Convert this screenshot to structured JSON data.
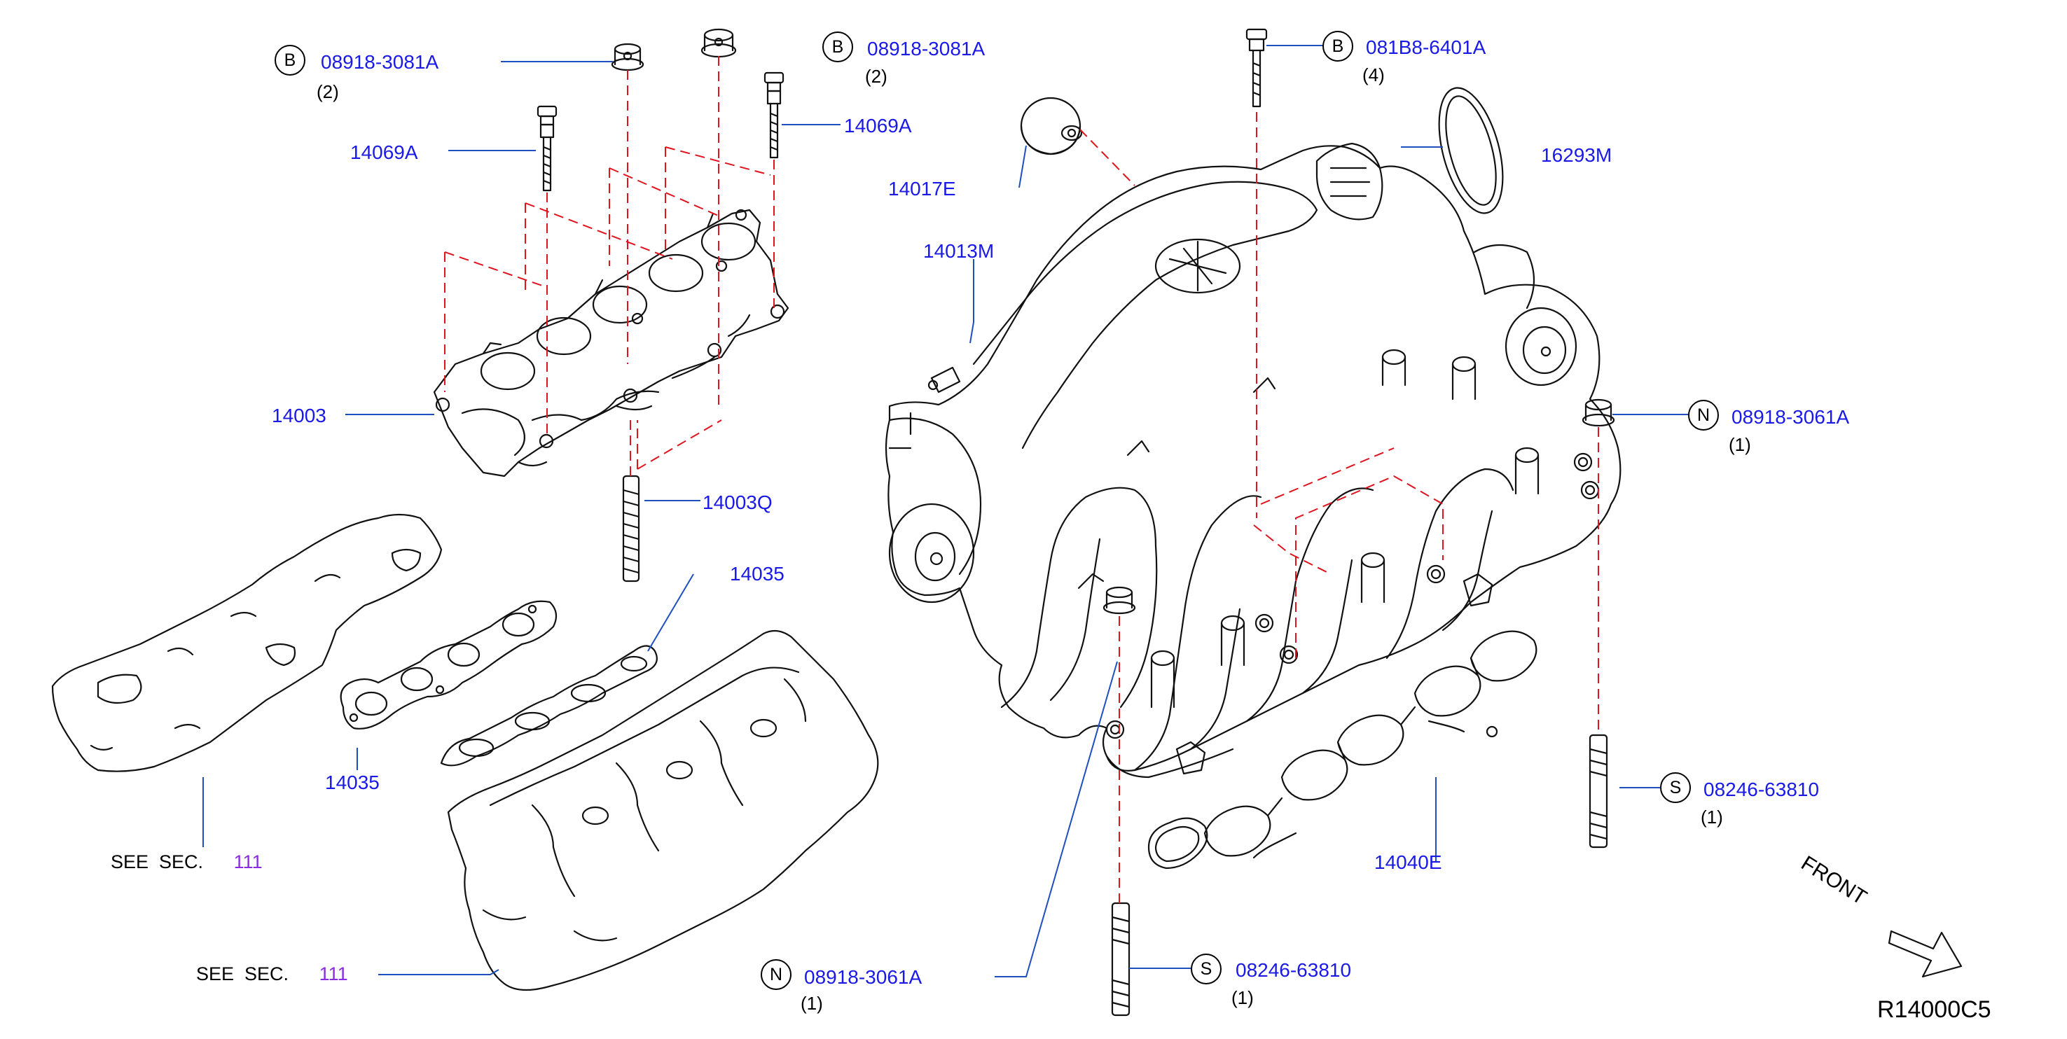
{
  "diagram_id": "R14000C5",
  "front_label": "FRONT",
  "callouts": {
    "b_bolt_left": {
      "prefix": "B",
      "part": "08918-3081A",
      "qty": "(2)"
    },
    "b_bolt_mid": {
      "prefix": "B",
      "part": "08918-3081A",
      "qty": "(2)"
    },
    "b_bolt_top": {
      "prefix": "B",
      "part": "081B8-6401A",
      "qty": "(4)"
    },
    "n_nut_right": {
      "prefix": "N",
      "part": "08918-3061A",
      "qty": "(1)"
    },
    "n_nut_bottom": {
      "prefix": "N",
      "part": "08918-3061A",
      "qty": "(1)"
    },
    "s_stud_right": {
      "prefix": "S",
      "part": "08246-63810",
      "qty": "(1)"
    },
    "s_stud_bottom": {
      "prefix": "S",
      "part": "08246-63810",
      "qty": "(1)"
    }
  },
  "parts": {
    "p14069a_left": "14069A",
    "p14069a_right": "14069A",
    "p14017e": "14017E",
    "p16293m": "16293M",
    "p14013m": "14013M",
    "p14003": "14003",
    "p14003q": "14003Q",
    "p14035_top": "14035",
    "p14035_bottom": "14035",
    "p14040e": "14040E"
  },
  "see_sections": [
    {
      "label": "SEE  SEC.",
      "number": "111"
    },
    {
      "label": "SEE  SEC.",
      "number": "111"
    }
  ],
  "colors": {
    "part_number": "#1a1ae6",
    "leader_line": "#1f4fbf",
    "hidden_line": "#e0141e",
    "section_number": "#8a2be2",
    "outline": "#111111"
  }
}
